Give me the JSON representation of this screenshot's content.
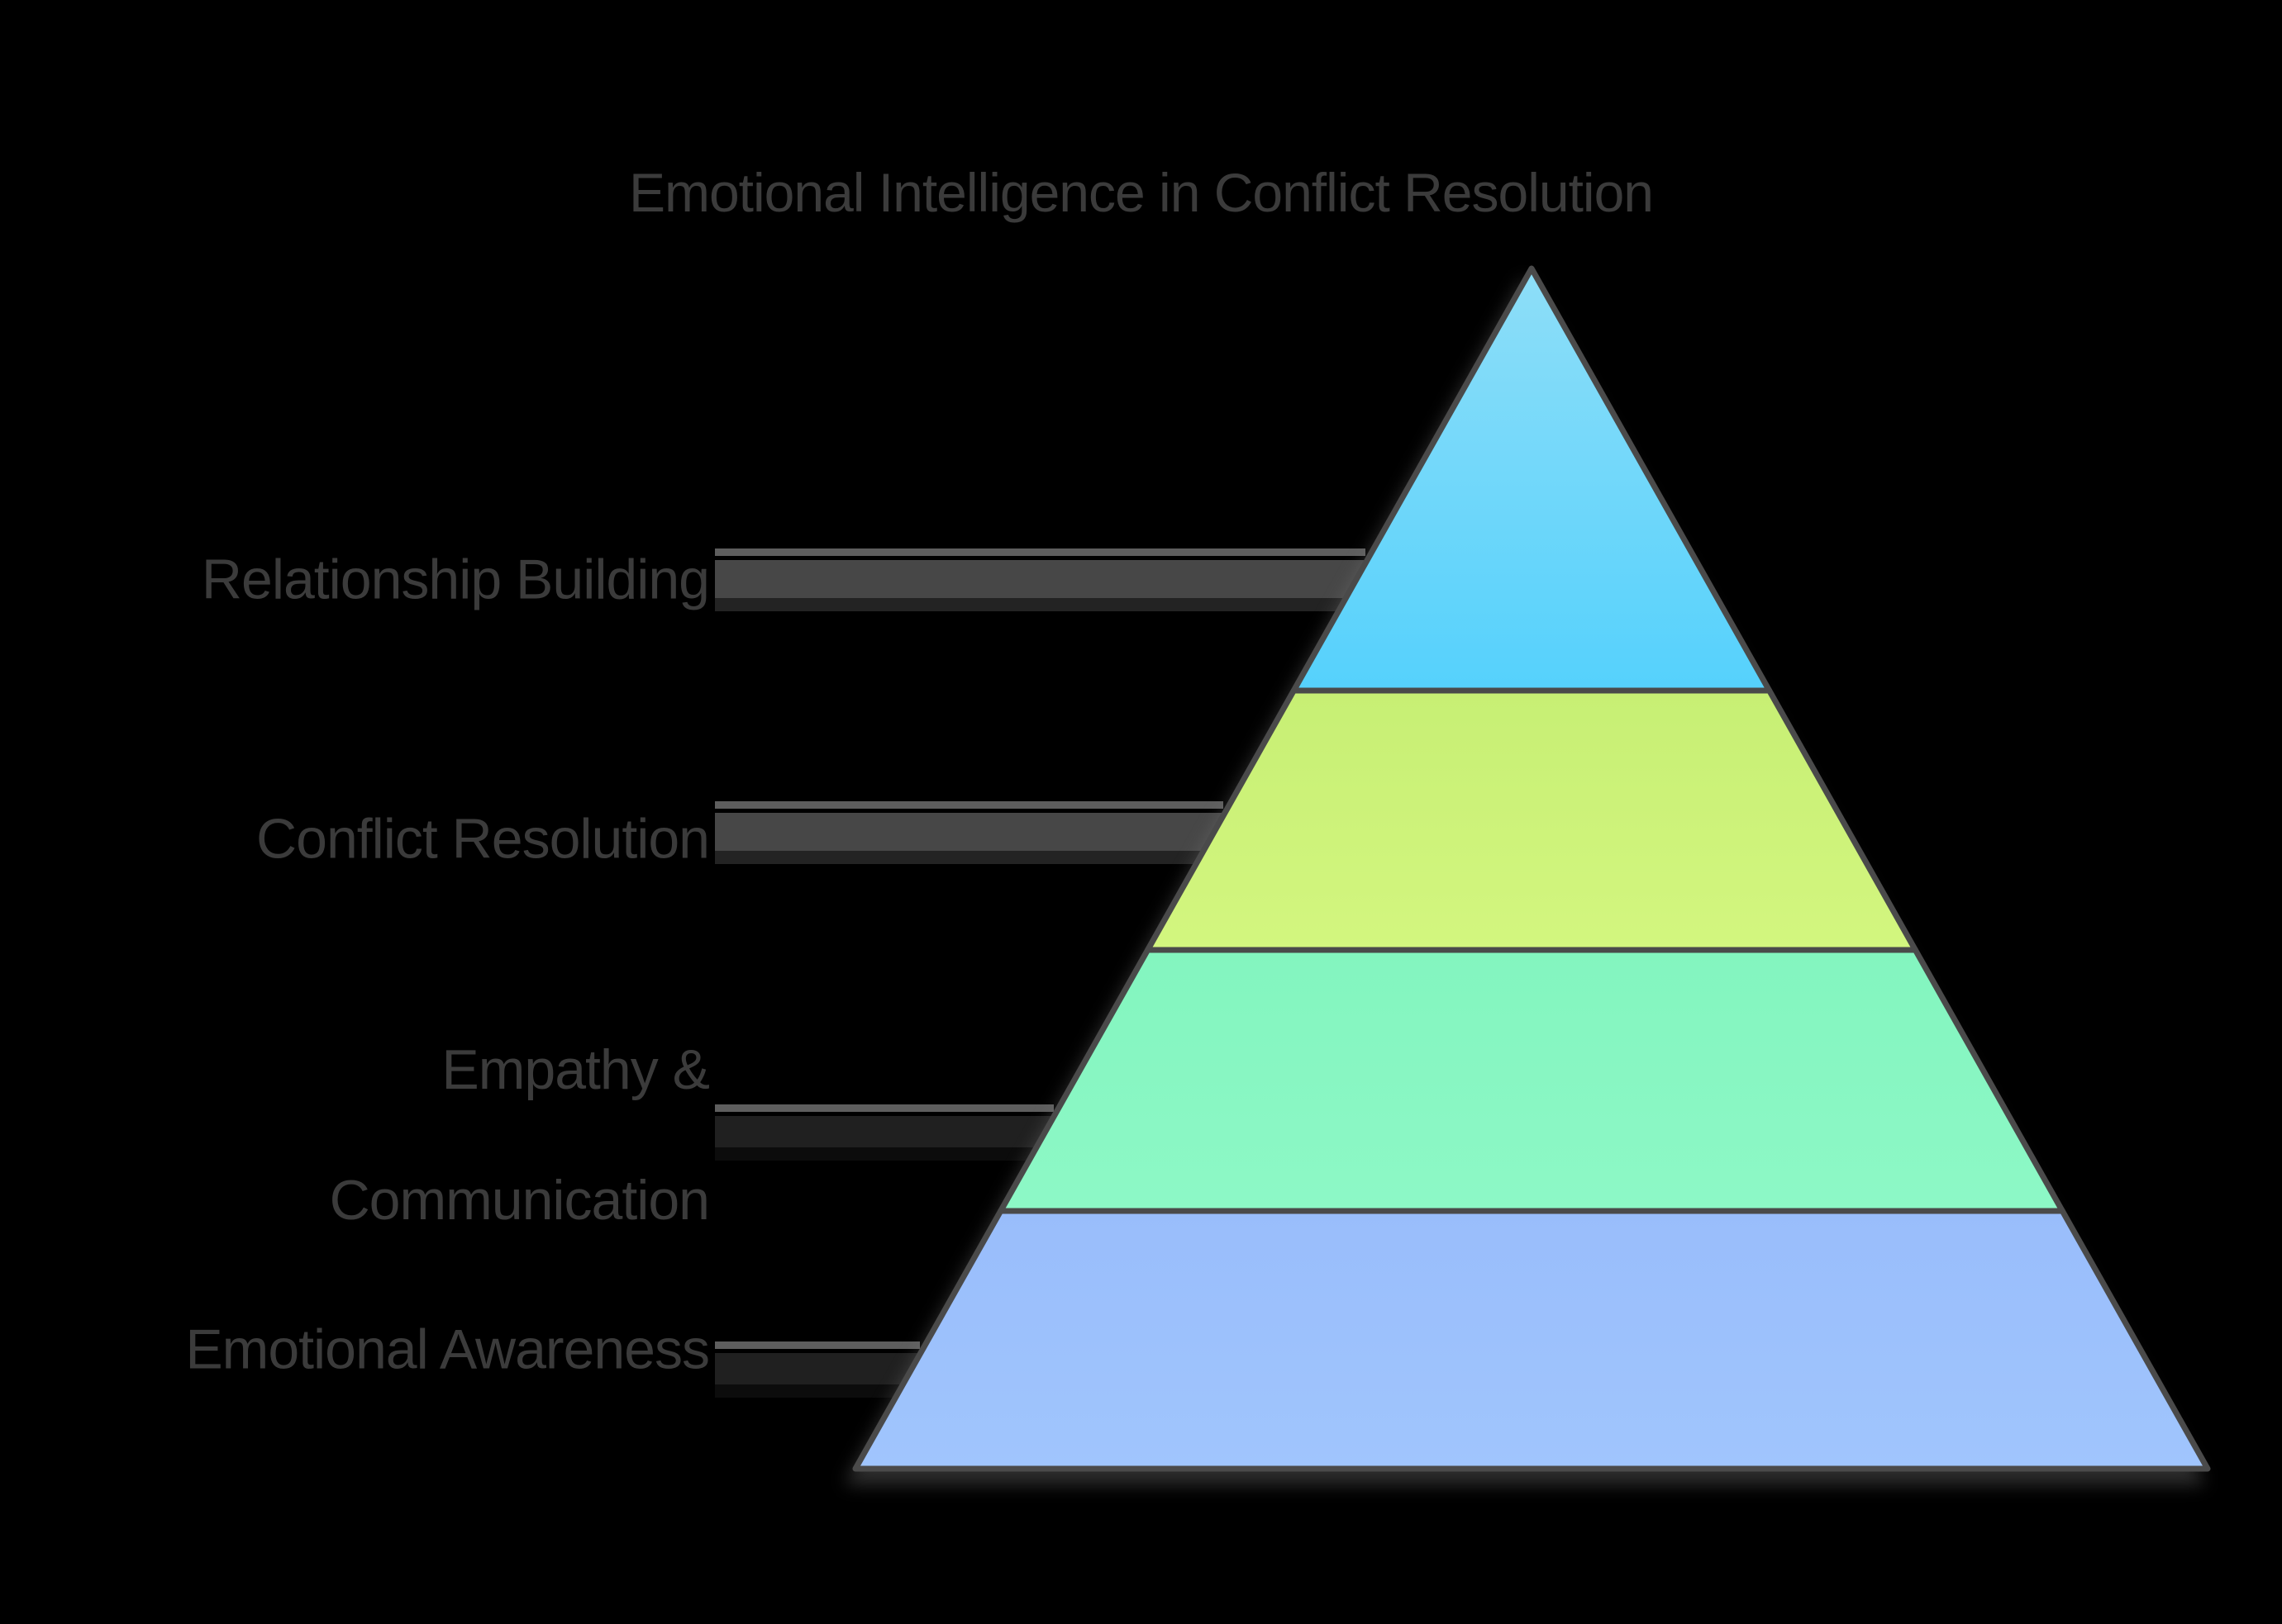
{
  "title": "Emotional Intelligence in Conflict Resolution",
  "colors": {
    "background": "#000000",
    "text": "#3b3b3b",
    "stroke": "#4a4a4a",
    "connector_line": "#5e5e5e",
    "connector_band": "#474747",
    "connector_shadow": "#232323"
  },
  "pyramid": {
    "levels": [
      {
        "name": "Relationship Building",
        "label_lines": [
          "Relationship Building"
        ],
        "color_top": "#8edef8",
        "color_bottom": "#55d1fc"
      },
      {
        "name": "Conflict Resolution",
        "label_lines": [
          "Conflict Resolution"
        ],
        "color_top": "#c7ef74",
        "color_bottom": "#d3f67f"
      },
      {
        "name": "Empathy & Communication",
        "label_lines": [
          "Empathy &",
          "Communication"
        ],
        "color_top": "#83f5bf",
        "color_bottom": "#8df8c6"
      },
      {
        "name": "Emotional Awareness",
        "label_lines": [
          "Emotional Awareness"
        ],
        "color_top": "#99bdfb",
        "color_bottom": "#a0c5fd"
      }
    ]
  }
}
